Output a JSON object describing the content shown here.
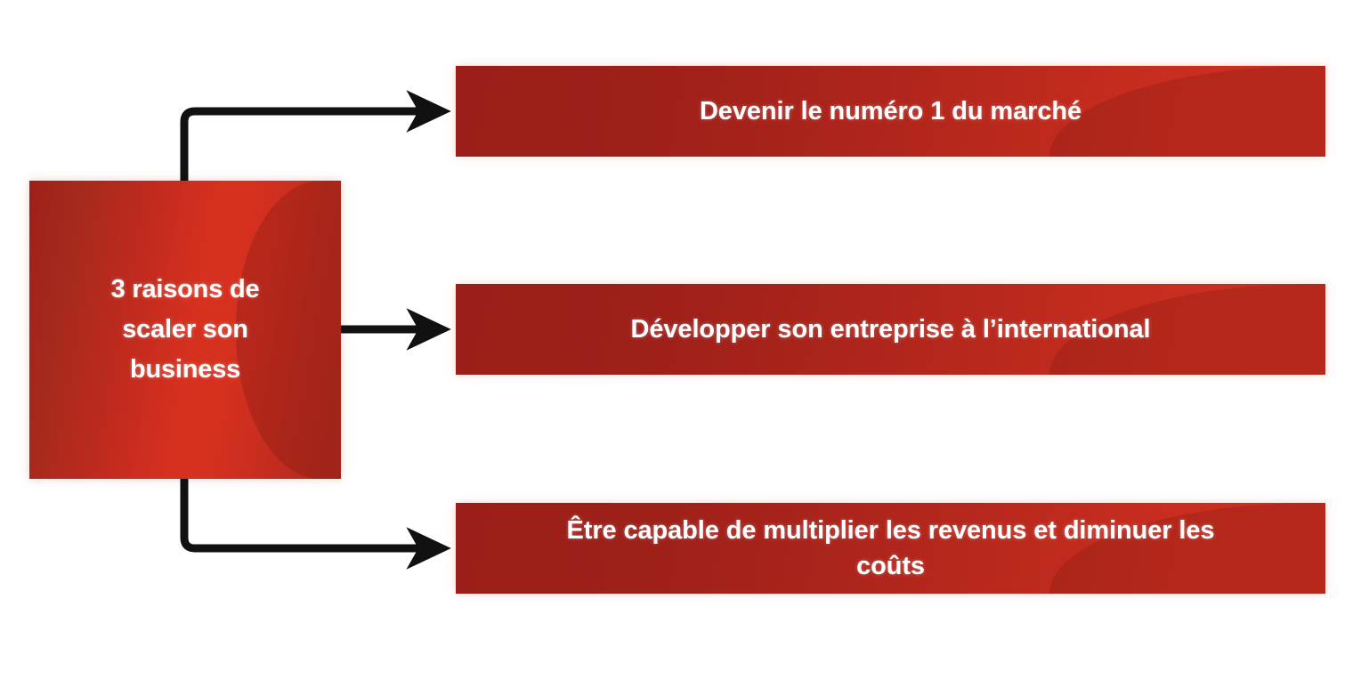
{
  "diagram": {
    "title_node": {
      "lines": [
        "3 raisons de",
        "scaler son",
        "business"
      ],
      "color": "#d6301f",
      "color_dark": "#9d2019"
    },
    "branches": [
      {
        "id": "branch-1",
        "label": "Devenir le numéro 1 du marché",
        "connector": "elbow-up"
      },
      {
        "id": "branch-2",
        "label": "Développer son entreprise à l’international",
        "connector": "straight"
      },
      {
        "id": "branch-3",
        "label": "Être capable de multiplier les revenus et diminuer les\ncoûts",
        "connector": "elbow-down"
      }
    ],
    "colors": {
      "background": "#ffffff",
      "banner_light": "#cd2f1f",
      "banner_dark": "#9b1f18",
      "arrow": "#111111",
      "text": "#ffffff"
    }
  }
}
